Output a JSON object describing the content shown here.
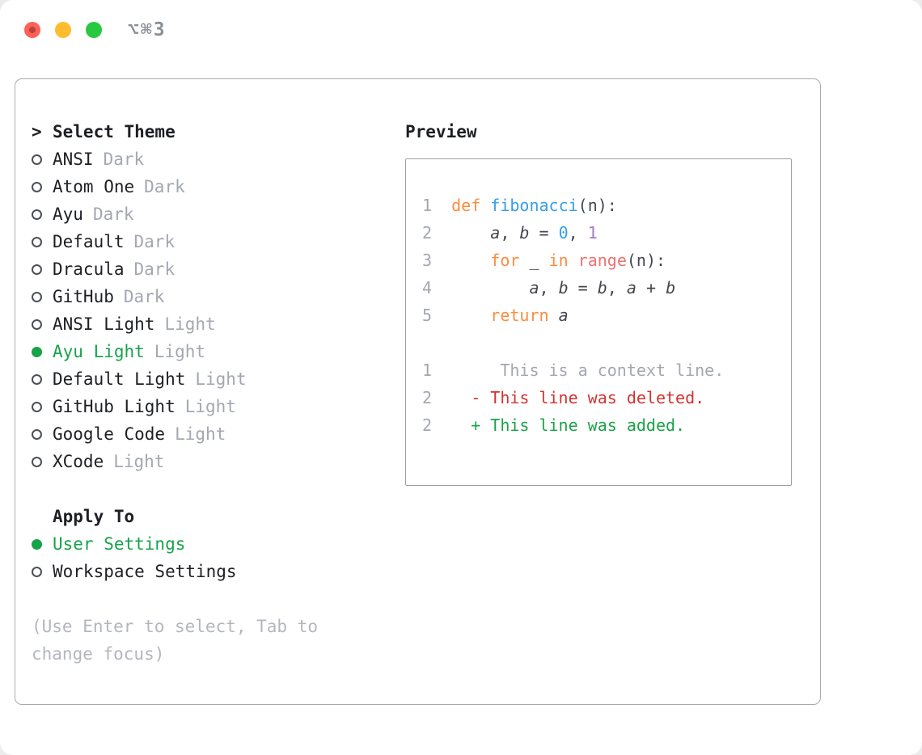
{
  "window": {
    "shortcut": "⌥⌘3",
    "controls": [
      "close",
      "minimize",
      "zoom"
    ]
  },
  "colors": {
    "selected_green": "#16a34a",
    "muted_gray": "#a3a8b0",
    "keyword_orange": "#fa8d3e",
    "function_blue": "#399ee6",
    "call_coral": "#f07171",
    "number_blue": "#399ee6",
    "number_purple": "#a37acc",
    "diff_deleted_red": "#d23230",
    "diff_added_green": "#1ca24a"
  },
  "theme_selector": {
    "title_prefix": ">",
    "title": "Select Theme",
    "items": [
      {
        "name": "ANSI",
        "variant": "Dark",
        "selected": false
      },
      {
        "name": "Atom One",
        "variant": "Dark",
        "selected": false
      },
      {
        "name": "Ayu",
        "variant": "Dark",
        "selected": false
      },
      {
        "name": "Default",
        "variant": "Dark",
        "selected": false
      },
      {
        "name": "Dracula",
        "variant": "Dark",
        "selected": false
      },
      {
        "name": "GitHub",
        "variant": "Dark",
        "selected": false
      },
      {
        "name": "ANSI Light",
        "variant": "Light",
        "selected": false
      },
      {
        "name": "Ayu Light",
        "variant": "Light",
        "selected": true
      },
      {
        "name": "Default Light",
        "variant": "Light",
        "selected": false
      },
      {
        "name": "GitHub Light",
        "variant": "Light",
        "selected": false
      },
      {
        "name": "Google Code",
        "variant": "Light",
        "selected": false
      },
      {
        "name": "XCode",
        "variant": "Light",
        "selected": false
      }
    ]
  },
  "apply_to": {
    "title": "Apply To",
    "options": [
      {
        "label": "User Settings",
        "selected": true
      },
      {
        "label": "Workspace Settings",
        "selected": false
      }
    ]
  },
  "hint": "(Use Enter to select, Tab to change focus)",
  "preview": {
    "title": "Preview",
    "lines": [
      {
        "number": "1",
        "segments": [
          {
            "t": "def ",
            "c": "kw"
          },
          {
            "t": "fibonacci",
            "c": "fn"
          },
          {
            "t": "(n):",
            "c": "plain"
          }
        ]
      },
      {
        "number": "2",
        "segments": [
          {
            "t": "    ",
            "c": "plain"
          },
          {
            "t": "a",
            "c": "var"
          },
          {
            "t": ", ",
            "c": "plain"
          },
          {
            "t": "b",
            "c": "var"
          },
          {
            "t": " = ",
            "c": "plain"
          },
          {
            "t": "0",
            "c": "numb"
          },
          {
            "t": ", ",
            "c": "plain"
          },
          {
            "t": "1",
            "c": "nump"
          }
        ]
      },
      {
        "number": "3",
        "segments": [
          {
            "t": "    ",
            "c": "plain"
          },
          {
            "t": "for",
            "c": "kw"
          },
          {
            "t": " _ ",
            "c": "plain"
          },
          {
            "t": "in",
            "c": "kw"
          },
          {
            "t": " ",
            "c": "plain"
          },
          {
            "t": "range",
            "c": "call"
          },
          {
            "t": "(n):",
            "c": "plain"
          }
        ]
      },
      {
        "number": "4",
        "segments": [
          {
            "t": "        ",
            "c": "plain"
          },
          {
            "t": "a",
            "c": "var"
          },
          {
            "t": ", ",
            "c": "plain"
          },
          {
            "t": "b",
            "c": "var"
          },
          {
            "t": " = ",
            "c": "plain"
          },
          {
            "t": "b",
            "c": "var"
          },
          {
            "t": ", ",
            "c": "plain"
          },
          {
            "t": "a",
            "c": "var"
          },
          {
            "t": " + ",
            "c": "plain"
          },
          {
            "t": "b",
            "c": "var"
          }
        ]
      },
      {
        "number": "5",
        "segments": [
          {
            "t": "    ",
            "c": "plain"
          },
          {
            "t": "return",
            "c": "kw"
          },
          {
            "t": " ",
            "c": "plain"
          },
          {
            "t": "a",
            "c": "var"
          }
        ]
      },
      {
        "number": "",
        "segments": []
      },
      {
        "number": "1",
        "segments": [
          {
            "t": "     This is a context line.",
            "c": "ctx"
          }
        ]
      },
      {
        "number": "2",
        "segments": [
          {
            "t": "  - This line was deleted.",
            "c": "del"
          }
        ]
      },
      {
        "number": "2",
        "segments": [
          {
            "t": "  + This line was added.",
            "c": "add"
          }
        ]
      }
    ]
  }
}
